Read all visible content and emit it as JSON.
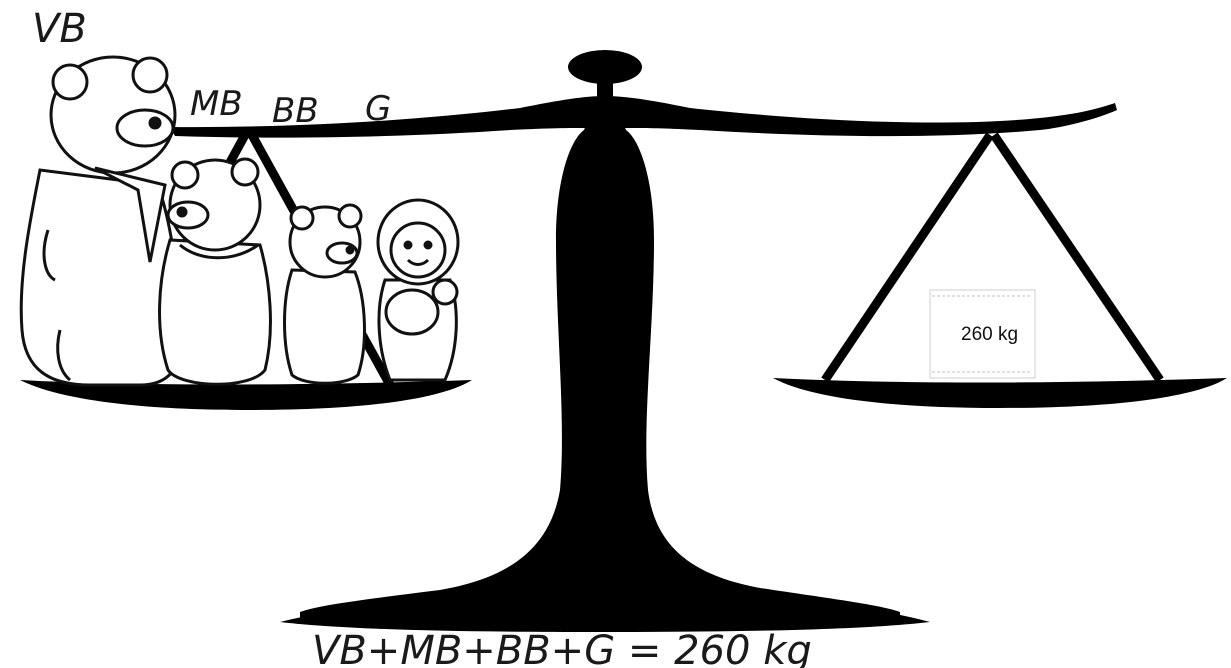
{
  "labels": {
    "vb": "VB",
    "mb": "MB",
    "bb": "BB",
    "g": "G"
  },
  "weight_box": {
    "text": "260 kg"
  },
  "equation": {
    "text": "VB+MB+BB+G = 260 kg"
  },
  "colors": {
    "scale": "#000000",
    "background": "#ffffff",
    "line": "#1a1a1a"
  }
}
